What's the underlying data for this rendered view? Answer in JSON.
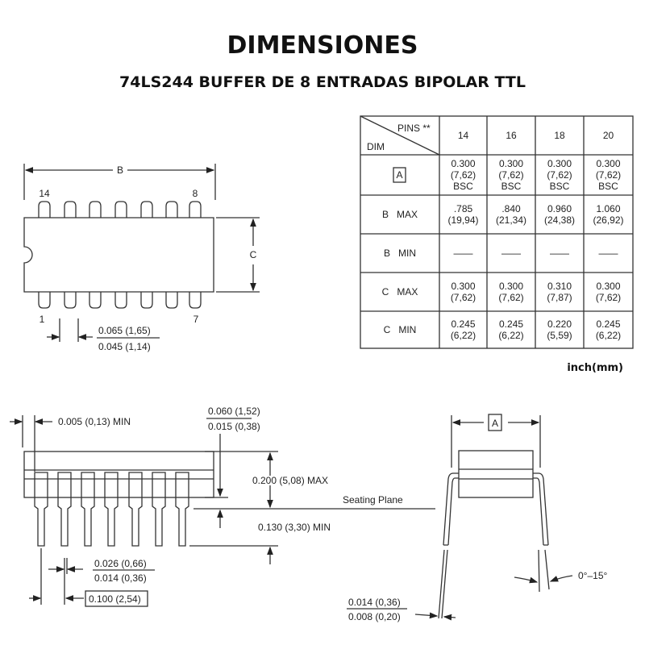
{
  "title": "DIMENSIONES",
  "subtitle": "74LS244 BUFFER DE 8 ENTRADAS BIPOLAR TTL",
  "units_note": "inch(mm)",
  "top_view": {
    "dim_b": "B",
    "dim_c": "C",
    "pin_labels": {
      "top_left": "14",
      "top_right": "8",
      "bottom_left": "1",
      "bottom_right": "7"
    },
    "lead_width_max": "0.065 (1,65)",
    "lead_width_min": "0.045 (1,14)"
  },
  "table": {
    "header_pins": "PINS **",
    "header_dim": "DIM",
    "columns": [
      "14",
      "16",
      "18",
      "20"
    ],
    "rows": [
      {
        "label": "A",
        "boxed": true,
        "cells": [
          [
            "0.300",
            "(7,62)",
            "BSC"
          ],
          [
            "0.300",
            "(7,62)",
            "BSC"
          ],
          [
            "0.300",
            "(7,62)",
            "BSC"
          ],
          [
            "0.300",
            "(7,62)",
            "BSC"
          ]
        ]
      },
      {
        "label": "B   MAX",
        "cells": [
          [
            ".785",
            "(19,94)"
          ],
          [
            ".840",
            "(21,34)"
          ],
          [
            "0.960",
            "(24,38)"
          ],
          [
            "1.060",
            "(26,92)"
          ]
        ]
      },
      {
        "label": "B   MIN",
        "cells": [
          [
            "——"
          ],
          [
            "——"
          ],
          [
            "——"
          ],
          [
            "——"
          ]
        ]
      },
      {
        "label": "C   MAX",
        "cells": [
          [
            "0.300",
            "(7,62)"
          ],
          [
            "0.300",
            "(7,62)"
          ],
          [
            "0.310",
            "(7,87)"
          ],
          [
            "0.300",
            "(7,62)"
          ]
        ]
      },
      {
        "label": "C   MIN",
        "cells": [
          [
            "0.245",
            "(6,22)"
          ],
          [
            "0.245",
            "(6,22)"
          ],
          [
            "0.220",
            "(5,59)"
          ],
          [
            "0.245",
            "(6,22)"
          ]
        ]
      }
    ]
  },
  "front_view": {
    "min_gap": "0.005 (0,13) MIN",
    "standoff_max": "0.060 (1,52)",
    "standoff_min": "0.015 (0,38)",
    "height_max": "0.200 (5,08) MAX",
    "seating_plane": "Seating Plane",
    "lead_length_min": "0.130 (3,30) MIN",
    "lead_w_max": "0.026 (0,66)",
    "lead_w_min": "0.014 (0,36)",
    "pitch": "0.100 (2,54)"
  },
  "side_view": {
    "dim_a": "A",
    "angle": "0°–15°",
    "thick_max": "0.014 (0,36)",
    "thick_min": "0.008 (0,20)"
  }
}
